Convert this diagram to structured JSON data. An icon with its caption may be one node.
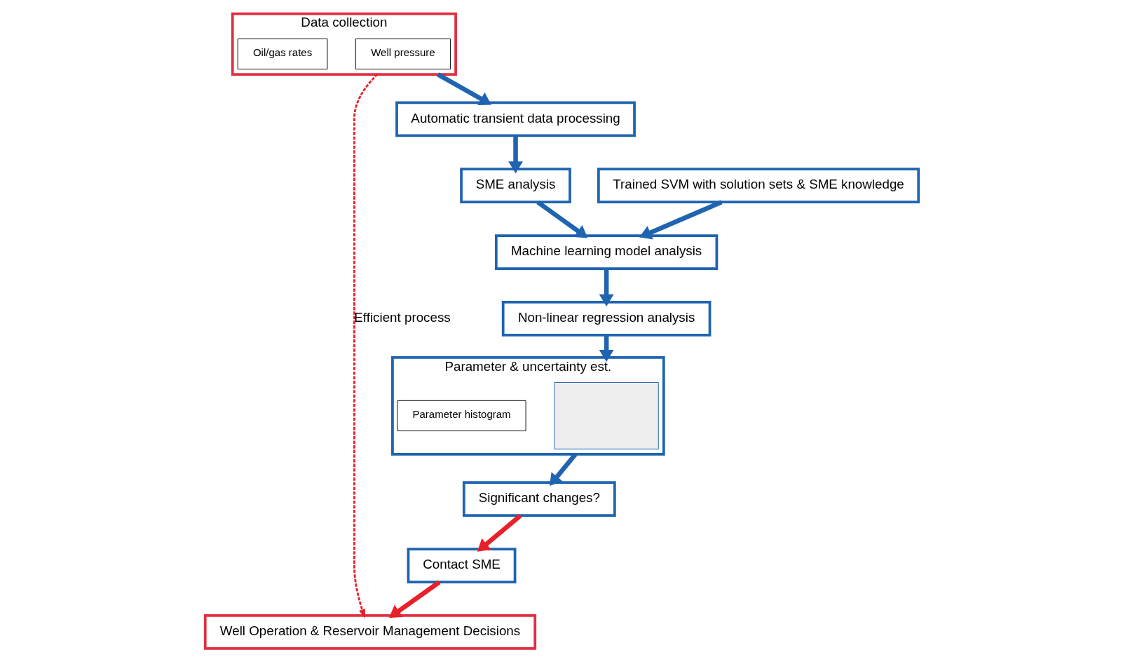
{
  "diagram": {
    "nodes": [
      {
        "text": [
          "Data collection"
        ]
      },
      {
        "text": [
          "Well pressure"
        ],
        "in": 0
      },
      {
        "text": [
          "Oil/gas rates"
        ],
        "in": 0
      },
      {
        "text": [
          "Well Operation & Reservoir Management Decisions"
        ]
      },
      {
        "text": [
          "Contact SME"
        ]
      },
      {
        "text": [
          "Significant changes?"
        ]
      },
      {
        "text": [
          "Automatic transient data processing"
        ]
      },
      {
        "text": [
          "Trained SVM with solution sets & SME knowledge"
        ]
      },
      {
        "text": [
          "SME analysis"
        ]
      },
      {
        "text": [
          "Machine learning model analysis"
        ]
      },
      {
        "text": [
          "Non-linear regression analysis"
        ]
      },
      {
        "text": [
          "Parameter & uncertainty est."
        ]
      },
      {
        "text": [],
        "shape": "box",
        "in": 11
      },
      {
        "text": [
          "Parameter histogram"
        ],
        "in": 11
      }
    ],
    "edges": [
      {
        "from": 0,
        "to": 3,
        "arrow": "to",
        "label": "Efficient process",
        "style": "dashed",
        "color": "#e8202a"
      },
      {
        "from": 0,
        "to": 6,
        "arrow": "to"
      },
      {
        "from": 6,
        "to": 8,
        "arrow": "to"
      },
      {
        "from": 7,
        "to": 9,
        "arrow": "to"
      },
      {
        "from": 8,
        "to": 9,
        "arrow": "to"
      },
      {
        "from": 9,
        "to": 10,
        "arrow": "to"
      },
      {
        "from": 10,
        "to": 11,
        "arrow": "to"
      },
      {
        "from": 11,
        "to": 5,
        "arrow": "to"
      },
      {
        "from": 5,
        "to": 4,
        "arrow": "to",
        "color": "#e8202a"
      },
      {
        "from": 4,
        "to": 3,
        "arrow": "to",
        "color": "#e8202a"
      }
    ]
  }
}
